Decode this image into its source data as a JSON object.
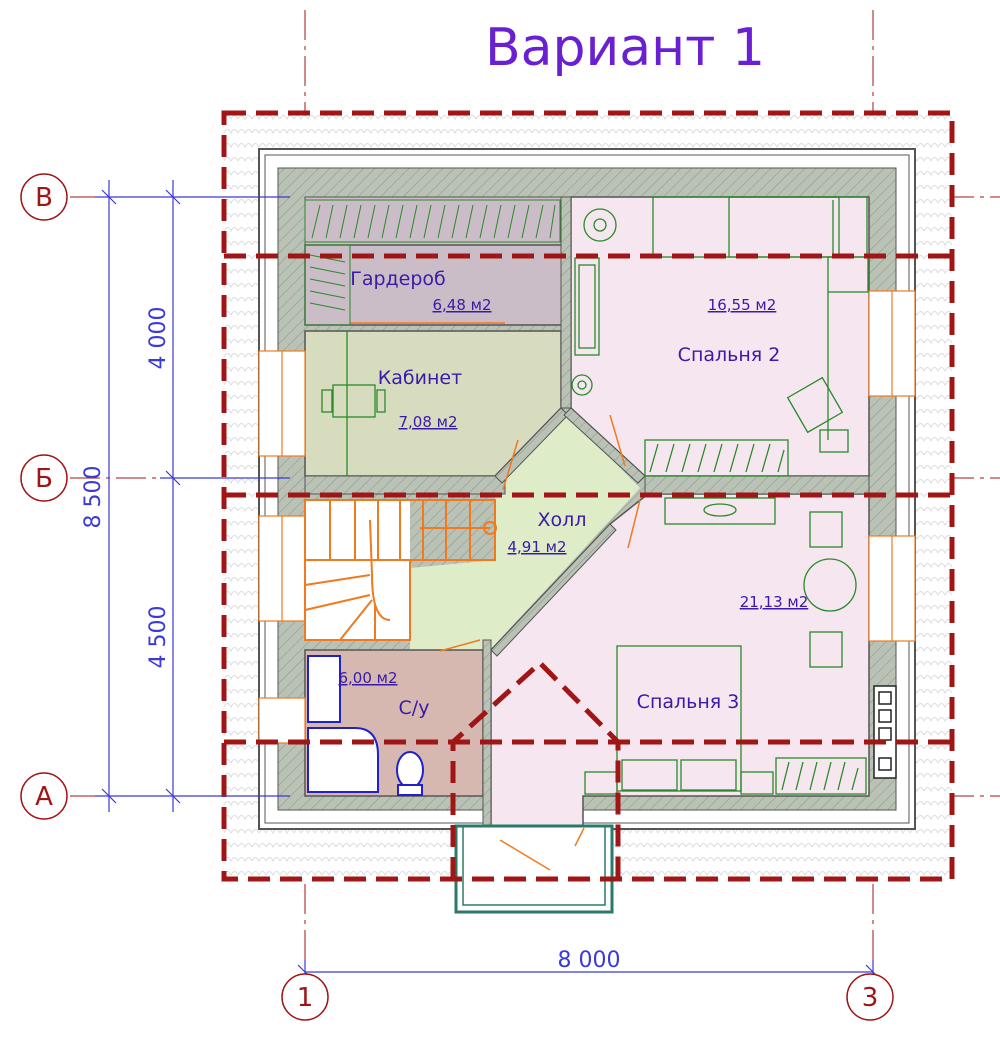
{
  "title": "Вариант 1",
  "axes": {
    "horizontal": [
      "В",
      "Б",
      "А"
    ],
    "vertical": [
      "1",
      "3"
    ]
  },
  "dimensions": {
    "total_height": "8 500",
    "upper_span": "4 000",
    "lower_span": "4 500",
    "total_width": "8 000"
  },
  "rooms": [
    {
      "name": "Гардероб",
      "area": "6,48 м2"
    },
    {
      "name": "Кабинет",
      "area": "7,08 м2"
    },
    {
      "name": "Спальня 2",
      "area": "16,55 м2"
    },
    {
      "name": "Холл",
      "area": "4,91 м2"
    },
    {
      "name": "Спальня 3",
      "area": "21,13 м2"
    },
    {
      "name": "С/у",
      "area": "6,00 м2"
    }
  ],
  "colors": {
    "title": "#6a1fd0",
    "axis": "#a01515",
    "dimension": "#3a3ad8",
    "roof_outline": "#a01515",
    "wall_fill": "#b9c2b5",
    "wardrobe_fill": "#cbbdc7",
    "study_fill": "#d8dcbe",
    "bedroom_fill": "#f6e6ef",
    "hall_fill": "#dfecc8",
    "bathroom_fill": "#d6b8b0",
    "stairs": "#f07a20",
    "furniture": "#2a8a2a",
    "plumbing": "#2020d0"
  }
}
